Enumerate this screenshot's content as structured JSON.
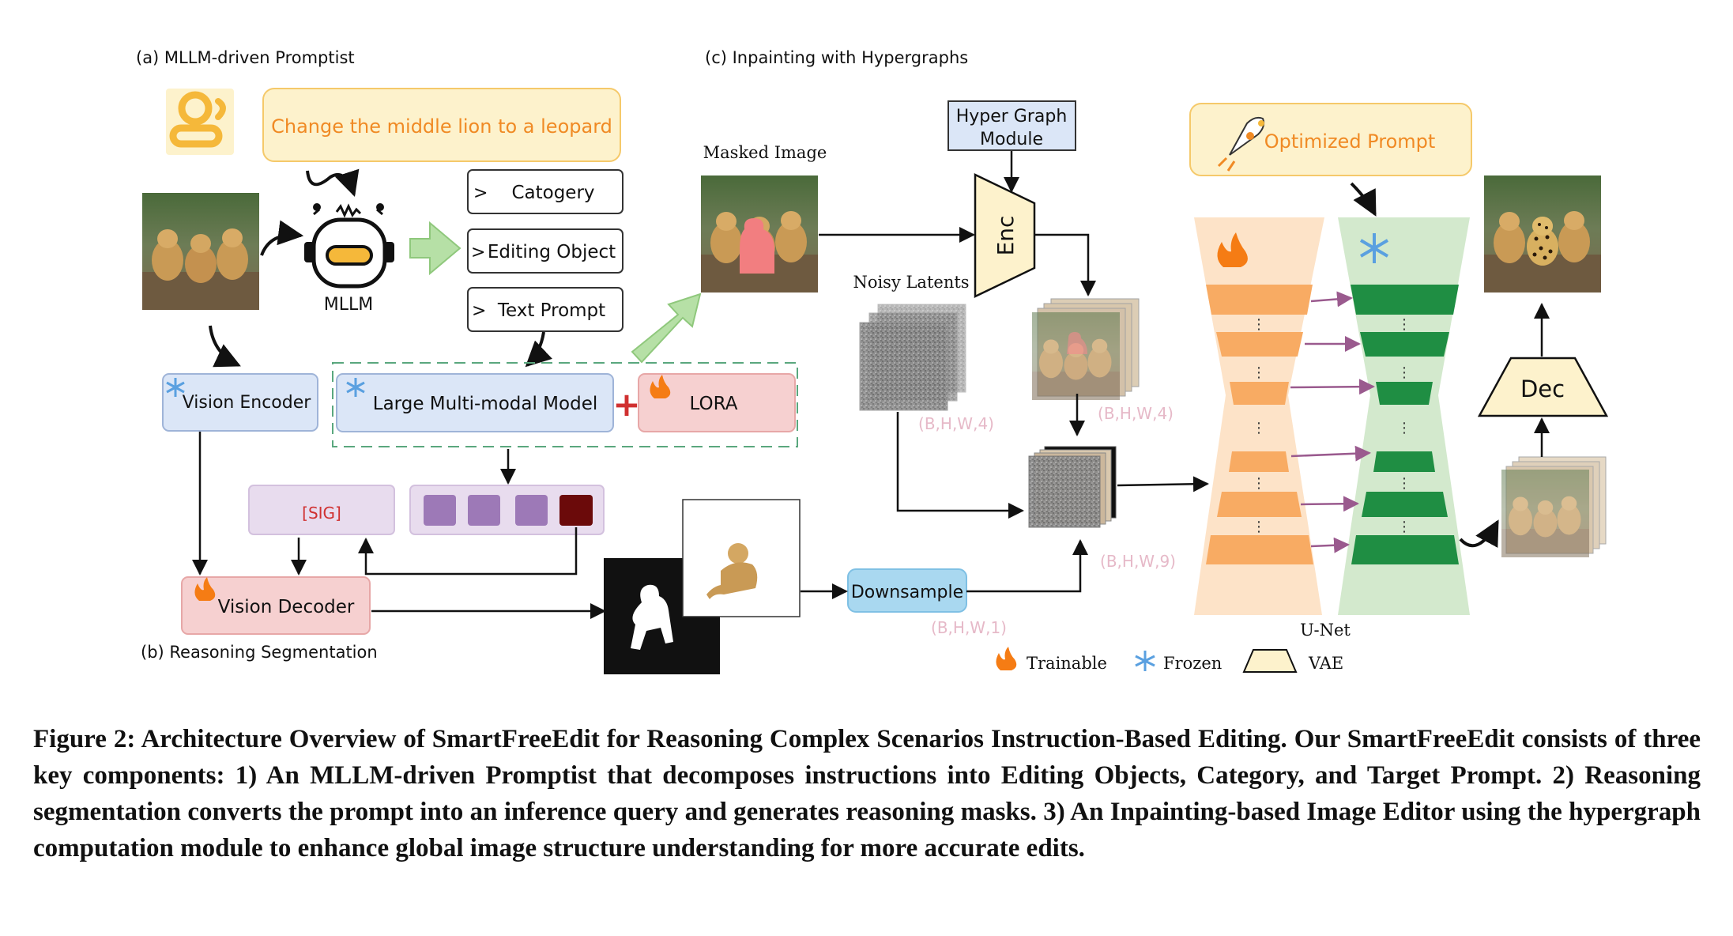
{
  "figure": {
    "section_a": "(a)  MLLM-driven Promptist",
    "section_b": "(b)  Reasoning Segmentation",
    "section_c": "(c)  Inpainting with Hypergraphs",
    "instruction": "Change the middle lion to a leopard",
    "mllm_label": "MLLM",
    "outputs": [
      "Catogery",
      "Editing Object",
      "Text Prompt"
    ],
    "output_marker": ">",
    "vision_encoder": "Vision Encoder",
    "lmm": "Large Multi-modal Model",
    "plus": "+",
    "lora": "LORA",
    "sig": "[SIG]",
    "vision_decoder": "Vision Decoder",
    "masked_image": "Masked Image",
    "hypergraph_module": [
      "Hyper Graph",
      "Module"
    ],
    "enc": "Enc",
    "dec": "Dec",
    "noisy_latents": "Noisy Latents",
    "dim_noisy": "(B,H,W,4)",
    "dim_latent": "(B,H,W,4)",
    "dim_concat": "(B,H,W,9)",
    "dim_mask": "(B,H,W,1)",
    "downsample": "Downsample",
    "optimized_prompt": "Optimized Prompt",
    "unet": "U-Net",
    "unet_dots": "⋮",
    "legend": {
      "trainable": "Trainable",
      "frozen": "Frozen",
      "vae": "VAE"
    },
    "colors": {
      "orange_text": "#f08a24",
      "yellow_fill": "#fdf2cc",
      "blue_fill": "#dbe6f7",
      "pink_fill": "#f6d0d0",
      "purple_fill": "#e8dcee",
      "token_purple": "#9d79b7",
      "token_dark": "#6b0a0a",
      "unet_orange": "#f8ab63",
      "unet_green": "#1f8e43",
      "green_arrow": "#b6e0a6",
      "sig_red": "#d03030",
      "dim_pink": "#e6b9c8"
    },
    "icons": [
      "user-icon",
      "robot-icon",
      "flame-icon",
      "snowflake-icon",
      "rocket-icon"
    ]
  },
  "caption": "Figure 2: Architecture Overview of SmartFreeEdit for Reasoning Complex Scenarios Instruction-Based Editing. Our SmartFreeEdit consists of three key components: 1) An MLLM-driven Promptist that decomposes instructions into Editing Objects, Category, and Target Prompt. 2) Reasoning segmentation converts the prompt into an inference query and generates reasoning masks. 3) An Inpainting-based Image Editor using the hypergraph computation module to enhance global image structure understanding for more accurate edits."
}
